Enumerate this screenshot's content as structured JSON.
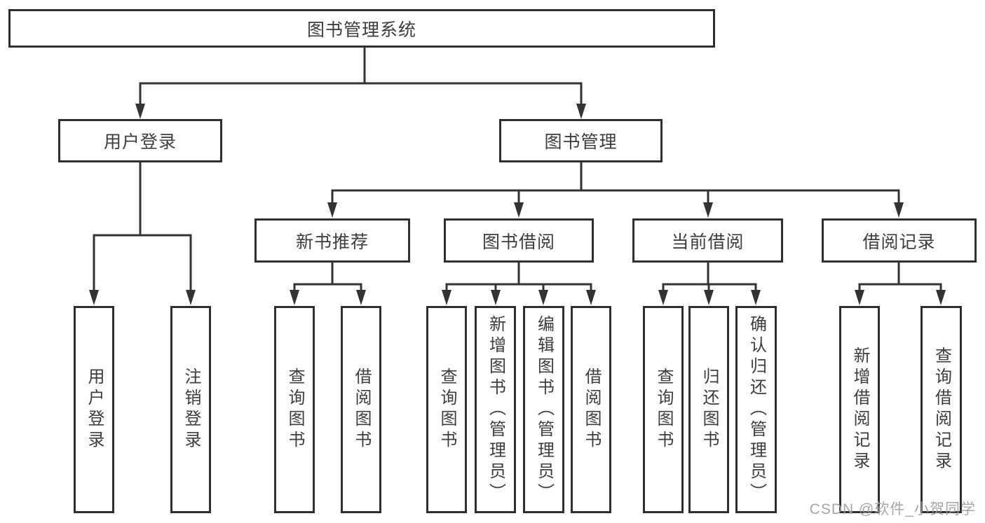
{
  "tree": {
    "label": "图书管理系统",
    "children": [
      {
        "label": "用户登录",
        "children": [
          {
            "label": "用户登录"
          },
          {
            "label": "注销登录"
          }
        ]
      },
      {
        "label": "图书管理",
        "children": [
          {
            "label": "新书推荐",
            "children": [
              {
                "label": "查询图书"
              },
              {
                "label": "借阅图书"
              }
            ]
          },
          {
            "label": "图书借阅",
            "children": [
              {
                "label": "查询图书"
              },
              {
                "label": "新增图书（管理员）"
              },
              {
                "label": "编辑图书（管理员）"
              },
              {
                "label": "借阅图书"
              }
            ]
          },
          {
            "label": "当前借阅",
            "children": [
              {
                "label": "查询图书"
              },
              {
                "label": "归还图书"
              },
              {
                "label": "确认归还（管理员）"
              }
            ]
          },
          {
            "label": "借阅记录",
            "children": [
              {
                "label": "新增借阅记录"
              },
              {
                "label": "查询借阅记录"
              }
            ]
          }
        ]
      }
    ]
  },
  "watermark": {
    "text": "CSDN @软件_小贺同学"
  },
  "appearance": {
    "background_color": "#ffffff",
    "line_color": "#333333",
    "box_border_color": "#2f2f2f",
    "text_color": "#3d3d3d",
    "watermark_color": "#9e9e9e"
  }
}
